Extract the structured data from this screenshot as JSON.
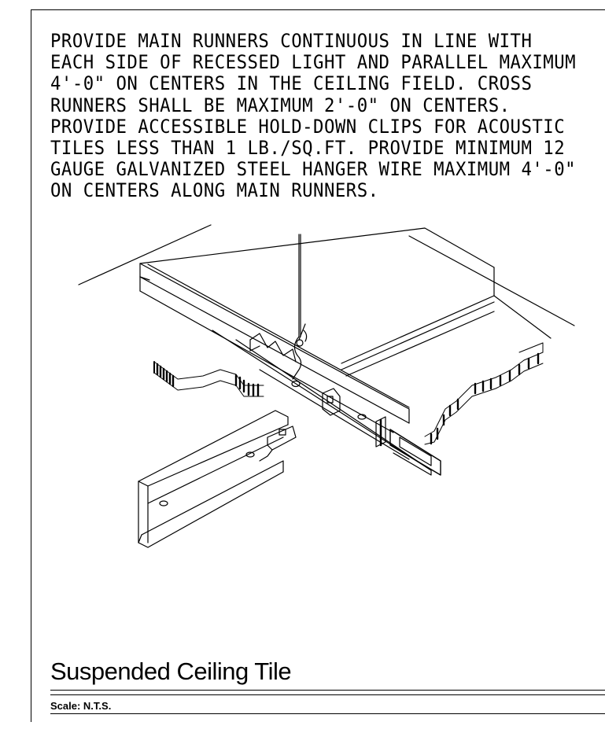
{
  "notes": [
    "PROVIDE MAIN RUNNERS CONTINUOUS IN LINE WITH",
    "EACH SIDE OF RECESSED LIGHT AND PARALLEL MAXIMUM",
    "4'-0\" ON CENTERS IN THE CEILING FIELD. CROSS",
    "RUNNERS SHALL BE MAXIMUM 2'-0\" ON CENTERS.",
    "PROVIDE ACCESSIBLE HOLD-DOWN CLIPS FOR ACOUSTIC",
    "TILES LESS THAN 1 LB./SQ.FT. PROVIDE MINIMUM 12",
    "GAUGE GALVANIZED STEEL HANGER WIRE MAXIMUM 4'-0\"",
    "ON CENTERS ALONG MAIN RUNNERS."
  ],
  "title": "Suspended Ceiling Tile",
  "scale": "Scale: N.T.S."
}
